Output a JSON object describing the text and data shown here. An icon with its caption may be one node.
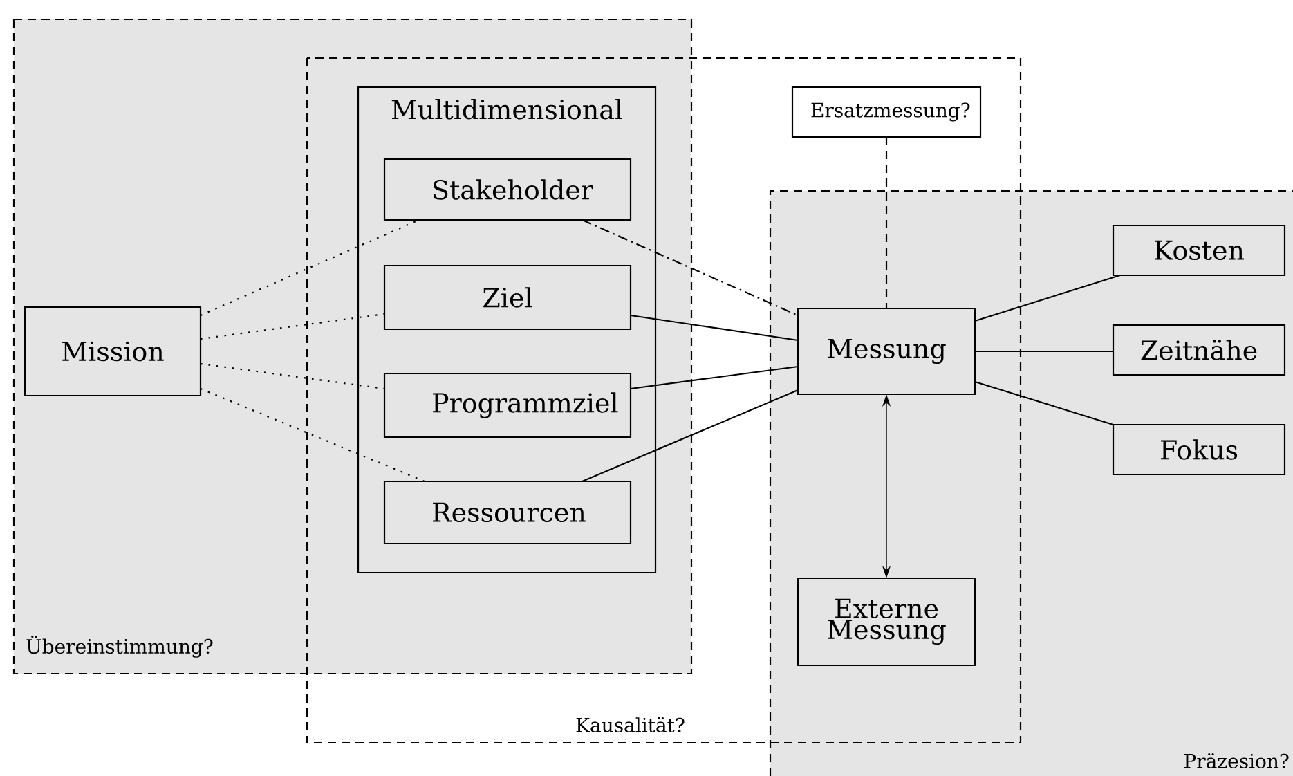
{
  "diagram": {
    "nodes": [
      {
        "text": [
          "Übereinstimmung?"
        ]
      },
      {
        "text": [
          "Kausalität?"
        ]
      },
      {
        "text": [
          "Multidimensional"
        ]
      },
      {
        "text": [
          "Stakeholder"
        ],
        "in": 2
      },
      {
        "text": [
          "Ziel"
        ],
        "in": 2
      },
      {
        "text": [
          "Programmziel"
        ],
        "in": 2
      },
      {
        "text": [
          "Ressourcen"
        ],
        "in": 2
      },
      {
        "text": [
          "Mission"
        ],
        "in": 0
      },
      {
        "text": [
          "Ersatzmessung?"
        ],
        "in": 1
      },
      {
        "text": [
          "Präzesion?"
        ]
      },
      {
        "text": [
          "Messung"
        ]
      },
      {
        "text": [
          "Externe Messung"
        ]
      },
      {
        "text": [
          "Kosten"
        ],
        "in": 9
      },
      {
        "text": [
          "Zeitnähe"
        ],
        "in": 9
      },
      {
        "text": [
          "Fokus"
        ],
        "in": 9
      }
    ],
    "edges": [
      {
        "from": 7,
        "to": 3,
        "arrow": "none",
        "style": "dashed"
      },
      {
        "from": 7,
        "to": 4,
        "arrow": "none",
        "style": "dashed"
      },
      {
        "from": 7,
        "to": 5,
        "arrow": "none",
        "style": "dashed"
      },
      {
        "from": 7,
        "to": 6,
        "arrow": "none",
        "style": "dashed"
      },
      {
        "from": 3,
        "to": 10,
        "arrow": "none",
        "style": "dashed"
      },
      {
        "from": 4,
        "to": 10,
        "arrow": "none"
      },
      {
        "from": 5,
        "to": 10,
        "arrow": "none"
      },
      {
        "from": 6,
        "to": 10,
        "arrow": "none"
      },
      {
        "from": 8,
        "to": 10,
        "arrow": "none",
        "style": "dashed"
      },
      {
        "from": 10,
        "to": 11,
        "arrow": "both"
      },
      {
        "from": 10,
        "to": 12,
        "arrow": "none"
      },
      {
        "from": 10,
        "to": 13,
        "arrow": "none"
      },
      {
        "from": 10,
        "to": 14,
        "arrow": "none"
      }
    ]
  }
}
